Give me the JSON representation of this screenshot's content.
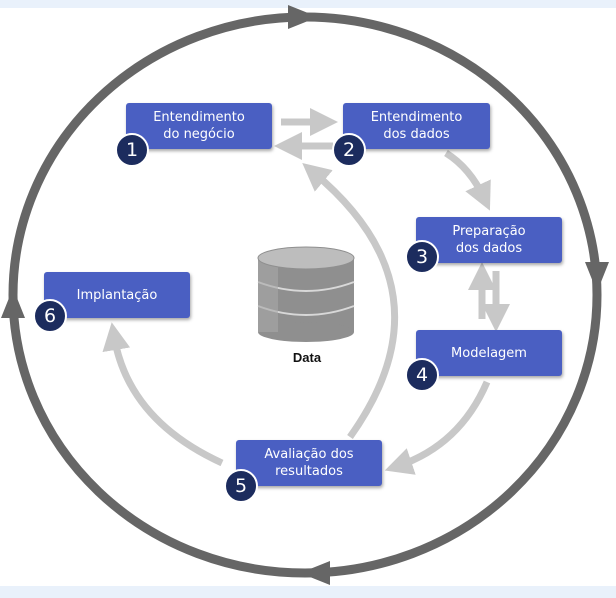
{
  "diagram": {
    "center_label": "Data",
    "colors": {
      "box": "#4a5fc2",
      "badge": "#1c2c5e",
      "outer_ring": "#666666",
      "inner_arrows": "#c8c8c8",
      "background": "#e9f1fb"
    },
    "steps": [
      {
        "number": "1",
        "label": "Entendimento\ndo negócio"
      },
      {
        "number": "2",
        "label": "Entendimento\ndos dados"
      },
      {
        "number": "3",
        "label": "Preparação\ndos dados"
      },
      {
        "number": "4",
        "label": "Modelagem"
      },
      {
        "number": "5",
        "label": "Avaliação dos\nresultados"
      },
      {
        "number": "6",
        "label": "Implantação"
      }
    ]
  }
}
